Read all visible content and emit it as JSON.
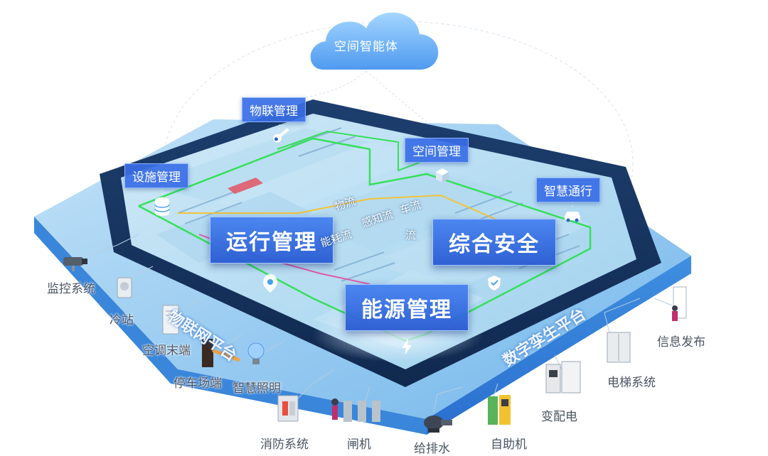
{
  "cloud": {
    "label": "空间智能体"
  },
  "modules": {
    "iot_management": "物联管理",
    "space_management": "空间管理",
    "facility_management": "设施管理",
    "smart_access": "智慧通行",
    "operation_management": "运行管理",
    "integrated_security": "综合安全",
    "energy_management": "能源管理"
  },
  "flows": {
    "material": "物流",
    "sensing": "感知流",
    "vehicle": "车流",
    "energy": "能耗流",
    "people": "流"
  },
  "platforms": {
    "iot_platform": "物联网平台",
    "digital_twin_platform": "数字孪生平台"
  },
  "devices": {
    "monitoring": "监控系统",
    "cooling": "冷站",
    "ac_terminal": "空调末端",
    "parking": "停车场端",
    "lighting": "智慧照明",
    "fire": "消防系统",
    "gate": "闸机",
    "water": "给排水",
    "kiosk": "自助机",
    "power": "变配电",
    "elevator": "电梯系统",
    "info_release": "信息发布"
  },
  "colors": {
    "accent": "#3a6fe6",
    "platform": "#4aa0e8",
    "route_green": "#36e05a",
    "route_yellow": "#f2c33a",
    "route_pink": "#e05aa8"
  }
}
